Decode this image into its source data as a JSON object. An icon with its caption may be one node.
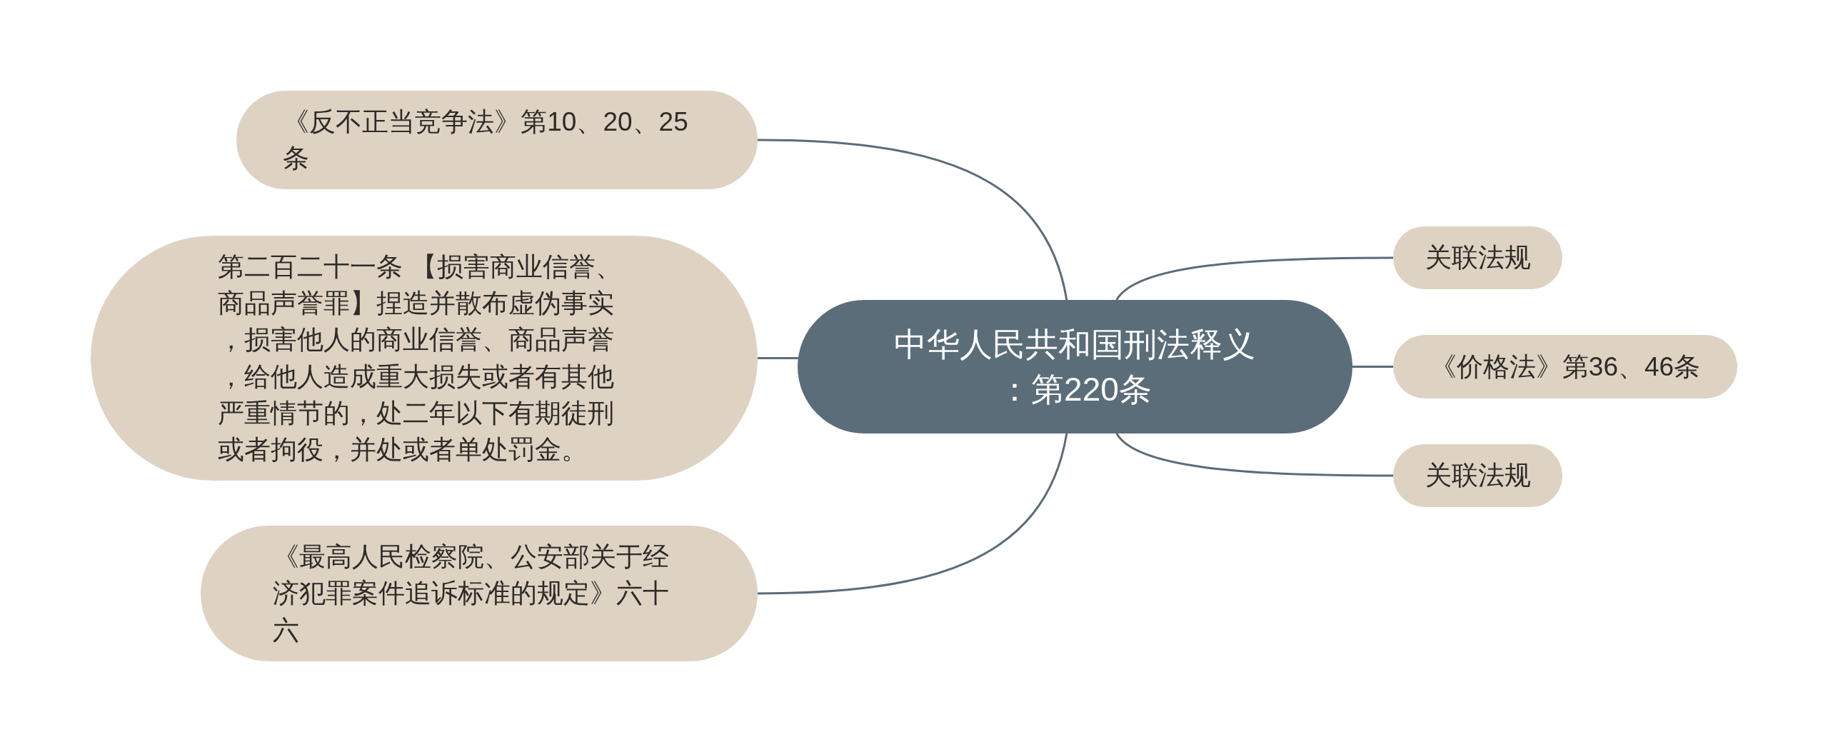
{
  "diagram": {
    "nodes": [
      {
        "text": [
          "中华人民共和国刑法释义：第220条"
        ]
      },
      {
        "text": [
          "《反不正当竞争法》第10、20、25条"
        ]
      },
      {
        "text": [
          "第二百二十一条 【损害商业信誉、商品声誉罪】捏造并散布虚伪事实，损害他人的商业信誉、商品声誉，给他人造成重大损失或者有其他严重情节的，处二年以下有期徒刑或者拘役，并处或者单处罚金。"
        ]
      },
      {
        "text": [
          "《最高人民检察院、公安部关于经济犯罪案件追诉标准的规定》六十六"
        ]
      },
      {
        "text": [
          "关联法规"
        ]
      },
      {
        "text": [
          "《价格法》第36、46条"
        ]
      },
      {
        "text": [
          "关联法规"
        ]
      }
    ],
    "edges": [
      {
        "from": 0,
        "to": 1,
        "arrow": "none"
      },
      {
        "from": 0,
        "to": 2,
        "arrow": "none"
      },
      {
        "from": 0,
        "to": 3,
        "arrow": "none"
      },
      {
        "from": 0,
        "to": 4,
        "arrow": "none"
      },
      {
        "from": 0,
        "to": 5,
        "arrow": "none"
      },
      {
        "from": 0,
        "to": 6,
        "arrow": "none"
      }
    ]
  }
}
